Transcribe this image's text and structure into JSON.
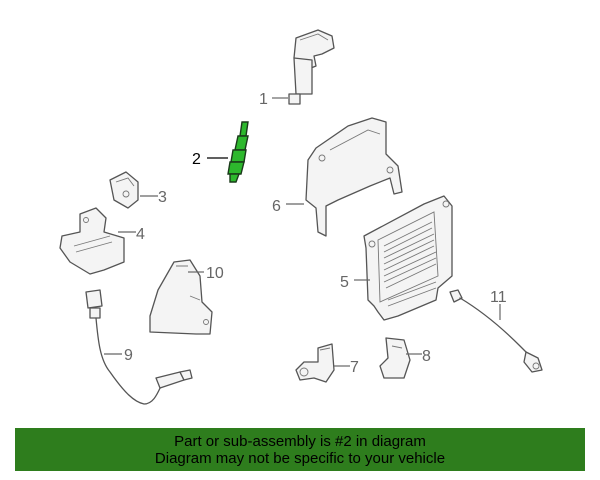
{
  "callouts": {
    "c1": "1",
    "c2": "2",
    "c3": "3",
    "c4": "4",
    "c5": "5",
    "c6": "6",
    "c7": "7",
    "c8": "8",
    "c9": "9",
    "c10": "10",
    "c11": "11"
  },
  "banner": {
    "line1": "Part or sub-assembly is #2 in diagram",
    "line2": "Diagram may not be specific to your vehicle"
  },
  "colors": {
    "banner_background": "#2e7d1d",
    "highlight_part": "#2db82d"
  }
}
